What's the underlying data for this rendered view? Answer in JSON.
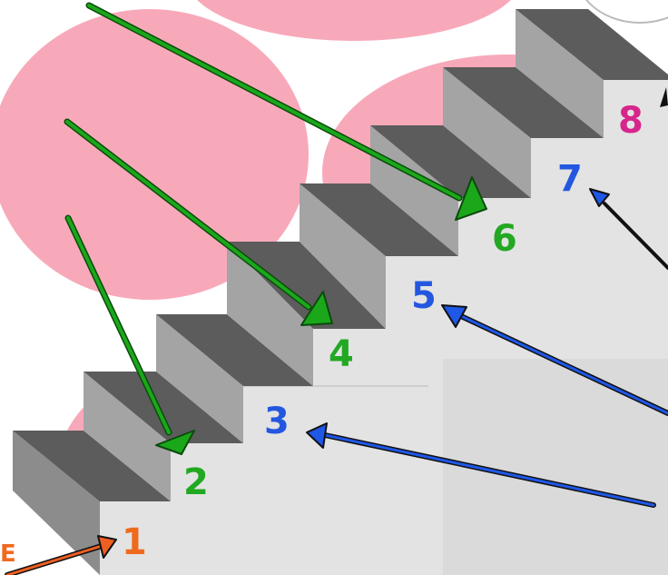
{
  "labels": {
    "step_1": "1",
    "step_2": "2",
    "step_3": "3",
    "step_4": "4",
    "step_5": "5",
    "step_6": "6",
    "step_7": "7",
    "step_8": "8",
    "edge_fragment": "E"
  },
  "colors": {
    "background_blob": "#f7a9ba",
    "wall_light": "#e3e3e3",
    "wall_mid": "#dadada",
    "tread_dark": "#5c5c5c",
    "riser_front": "#a4a4a4",
    "riser_side": "#8c8c8c",
    "green_arrow": "#1aa81a",
    "blue_arrow": "#1f57e6",
    "black_arrow": "#111111",
    "orange_arrow": "#ee5f23",
    "label_orange": "#f06a1e",
    "label_green": "#22a822",
    "label_blue": "#2457e0",
    "label_magenta": "#d6268c"
  }
}
